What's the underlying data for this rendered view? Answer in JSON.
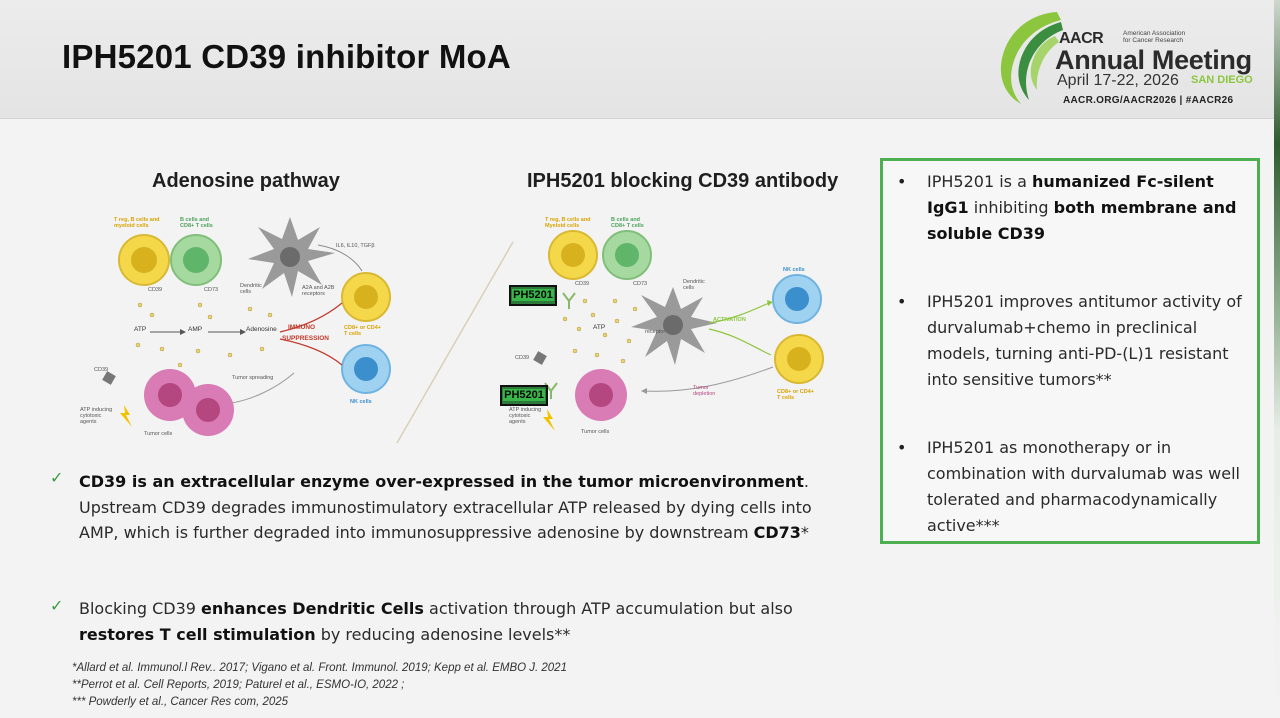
{
  "slide": {
    "title": "IPH5201 CD39 inhibitor MoA"
  },
  "logo": {
    "org": "AACR",
    "org_full": "American Association for Cancer Research",
    "event": "Annual Meeting",
    "dates": "April 17-22, 2026",
    "city": "SAN DIEGO",
    "url": "AACR.ORG/AACR2026 | #AACR26",
    "colors": {
      "swoosh_green": "#8cc63f",
      "swoosh_dark": "#3b8d3f"
    }
  },
  "figures": {
    "left": {
      "title": "Adenosine pathway",
      "labels": {
        "treg": "T reg, B cells and\nmyeloid cells",
        "bcells": "B cells and\nCD8+ T cells",
        "cytokines": "IL6, IL10, TGFβ",
        "cd39_a": "CD39",
        "cd73_a": "CD73",
        "dendritic": "Dendritic\ncells",
        "receptors": "A2A and A2B\nreceptors",
        "atp": "ATP",
        "amp": "AMP",
        "adenosine": "Adenosine",
        "immuno": "IMMUNO",
        "suppression": "SUPPRESSION",
        "cd8": "CD8+ or CD4+\nT cells",
        "tumor_spreading": "Tumor spreading",
        "cd39_b": "CD39",
        "atp_inducing": "ATP inducing\ncytotoxic\nagents",
        "tumor_cells": "Tumor cells",
        "nk": "NK cells"
      }
    },
    "right": {
      "title": "IPH5201 blocking CD39 antibody",
      "badge": "PH5201",
      "badge2": "PH5201",
      "labels": {
        "treg": "T reg, B cells and\nMyeloid cells",
        "bcells": "B cells and\nCD8+ T cells",
        "cd39": "CD39",
        "cd73": "CD73",
        "dendritic": "Dendritic\ncells",
        "atp": "ATP",
        "receptor": "receptor",
        "activation": "ACTIVATION",
        "nk": "NK cells",
        "cd8": "CD8+ or CD4+\nT cells",
        "tumor_depletion": "Tumor\ndepletion",
        "cd39_b": "CD39",
        "atp_inducing": "ATP inducing\ncytotoxic\nagents",
        "tumor_cells": "Tumor cells"
      }
    }
  },
  "bullets": [
    {
      "mark": "✓",
      "bold_lead": "CD39 is an extracellular enzyme over-expressed in the tumor microenvironment",
      "text_after_lead": ". Upstream CD39 degrades immunostimulatory extracellular ATP released by dying cells into AMP, which is further degraded into immunosuppressive adenosine by downstream ",
      "bold_tail": "CD73",
      "text_end": "*"
    },
    {
      "mark": "✓",
      "text_a": "Blocking CD39 ",
      "bold_a": "enhances Dendritic Cells",
      "text_b": " activation through ATP accumulation but also ",
      "bold_b": "restores T cell stimulation",
      "text_c": " by reducing adenosine levels**"
    }
  ],
  "box": {
    "items": [
      {
        "mark": "•",
        "text_a": "IPH5201 is a ",
        "bold_a": "humanized Fc-silent IgG1",
        "text_b": " inhibiting ",
        "bold_b": "both membrane and soluble CD39"
      },
      {
        "mark": "•",
        "text": "IPH5201 improves antitumor activity of durvalumab+chemo in preclinical models, turning anti-PD-(L)1 resistant into sensitive tumors**"
      },
      {
        "mark": "•",
        "text": "IPH5201 as monotherapy or in combination with durvalumab was well tolerated and pharmacodynamically active***"
      }
    ],
    "border_color": "#4caf50"
  },
  "references": [
    "*Allard et al. Immunol.l Rev.. 2017; Vigano et al. Front. Immunol. 2019; Kepp et al. EMBO J. 2021",
    "**Perrot et al. Cell Reports, 2019; Paturel et al., ESMO-IO, 2022 ;",
    "*** Powderly et al., Cancer Res com, 2025"
  ]
}
